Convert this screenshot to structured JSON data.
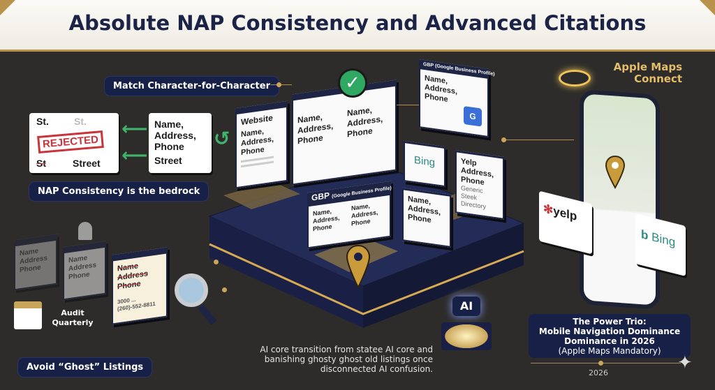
{
  "header": {
    "title": "Absolute NAP Consistency and Advanced Citations"
  },
  "left": {
    "match_label": "Match Character-for-Character",
    "rejected_card": {
      "line1": "St.",
      "line1b": "St.",
      "stamp": "REJECTED",
      "line2": "St",
      "line2b": "Street"
    },
    "nap_card": {
      "text": "Name, Address, Phone",
      "street": "Street"
    },
    "bedrock_label": "NAP Consistency is the bedrock"
  },
  "center": {
    "website": {
      "title": "Website",
      "text": "Name, Address, Phone"
    },
    "main_window": {
      "col1": "Name, Address, Phone",
      "col2": "Name, Address, Phone"
    },
    "gbp": {
      "title": "GBP",
      "subtitle": "(Google Business Profile)",
      "col1": "Name, Address, Phone",
      "col2": "Name, Address, Phone"
    },
    "gbp_top": {
      "subtitle": "GBP (Google Business Profile)",
      "text": "Name, Address, Phone"
    },
    "bing": {
      "label": "Bing"
    },
    "small_card": {
      "text": "Name, Address, Phone"
    },
    "yelp_card": {
      "text": "Yelp Address, Phone",
      "sub": "Generic Steek Directory"
    }
  },
  "ghost": {
    "card1": "Name Address Phone",
    "card2": "Name Address Phone",
    "card3": "Name Address Phone",
    "card3_extra": "3000 ... (260)-552-8811",
    "calendar_label": "Audit Quarterly",
    "label": "Avoid “Ghost” Listings"
  },
  "ai": {
    "badge": "AI",
    "caption": "AI core transition from statee AI core and banishing ghosty ghost old listings once disconnected AI confusion."
  },
  "right": {
    "apple_label": "Apple Maps Connect",
    "yelp": "yelp",
    "bing": "Bing",
    "trio": {
      "line1": "The Power Trio:",
      "line2": "Mobile Navigation Dominance",
      "line3": "Dominance in 2026",
      "line4": "(Apple Maps Mandatory)"
    },
    "year": "2026"
  },
  "colors": {
    "navy": "#172046",
    "gold": "#c9a55a",
    "green": "#3fb56a",
    "background": "#2d2c2a"
  }
}
